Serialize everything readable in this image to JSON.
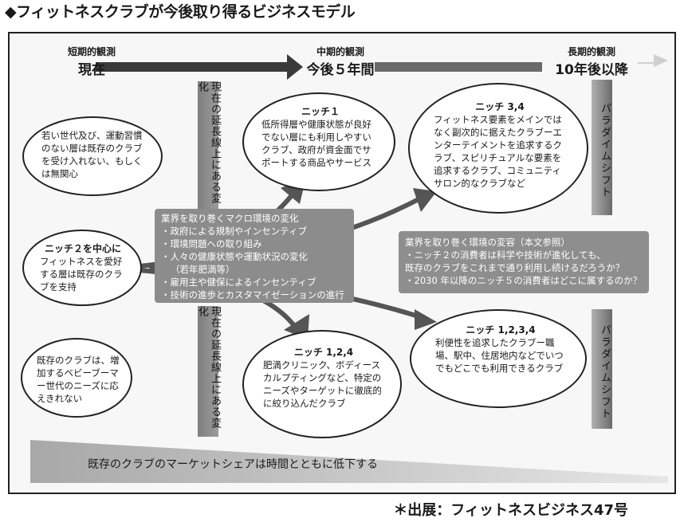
{
  "title": "◆フィットネスクラブが今後取り得るビジネスモデル",
  "timeline": {
    "short": {
      "small": "短期的観測",
      "big": "現在"
    },
    "mid": {
      "small": "中期的観測",
      "big": "今後５年間"
    },
    "long": {
      "small": "長期的観測",
      "big": "10年後以降"
    }
  },
  "vertical_bands": {
    "upper": "現在の延長線上にある変化",
    "lower": "現在の延長線上にある変化",
    "right_upper": "パラダイムシフト",
    "right_lower": "パラダイムシフト"
  },
  "left_ovals": {
    "top": "若い世代及び、運動習慣のない層は既存のクラブを受け入れない、もしくは無関心",
    "middle_title": "ニッチ２を中心に",
    "middle_body": "フィットネスを愛好する層は既存のクラブを支持",
    "bottom": "既存のクラブは、増加するベビーブーマー世代のニーズに応えきれない"
  },
  "niche1": {
    "title": "ニッチ１",
    "body": "低所得層や健康状態が良好でない層にも利用しやすいクラブ、政府が資金面でサポートする商品やサービス"
  },
  "niche34": {
    "title": "ニッチ 3,4",
    "body": "フィットネス要素をメインではなく副次的に据えたクラブーエンターテイメントを追求するクラブ、スピリチュアルな要素を追求するクラブ、コミュニティサロン的なクラブなど"
  },
  "niche124": {
    "title": "ニッチ 1,2,4",
    "body": "肥満クリニック、ボディースカルプティングなど、特定のニーズやターゲットに徹底的に絞り込んだクラブ"
  },
  "niche1234": {
    "title": "ニッチ 1,2,3,4",
    "body": "利便性を追求したクラブー職場、駅中、住居地内などでいつでもどこでも利用できるクラブ"
  },
  "macro_box": {
    "heading": "業界を取り巻くマクロ環境の変化",
    "items": [
      "・政府による規制やインセンティブ",
      "・環境問題への取り組み",
      "・人々の健康状態や運動状況の変化",
      "（若年肥満等）",
      "・雇用主や健保によるインセンティブ",
      "・技術の進歩とカスタマイゼーションの進行"
    ]
  },
  "env_box": {
    "heading": "業界を取り巻く環境の変容（本文参照）",
    "items": [
      "・ニッチ２の消費者は科学や技術が進化しても、",
      "既存のクラブをこれまで通り利用し続けるだろうか？",
      "・2030 年以降のニッチ５の消費者はどこに属するのか？"
    ]
  },
  "wedge_text": "既存のクラブのマーケットシェアは時間とともに低下する",
  "source": "＊出展：フィットネスビジネス47号"
}
